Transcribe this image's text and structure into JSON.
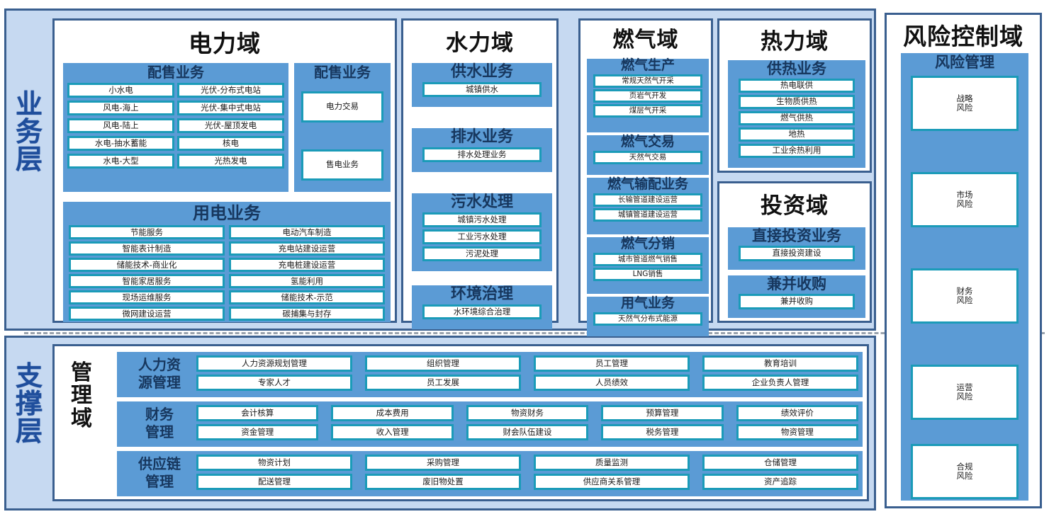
{
  "layers": {
    "business_label": "业务层",
    "support_label": "支撑层"
  },
  "colors": {
    "frame_border": "#3A5F8F",
    "frame_bg": "#C6D9F1",
    "group_bg": "#5B9BD5",
    "tile_border": "#1B9BB8",
    "group_title": "#17375E",
    "layer_label": "#1F4E9C"
  },
  "domains": {
    "power": {
      "title": "电力域",
      "groups": {
        "retail": {
          "title": "配售业务",
          "col1": [
            "小水电",
            "风电-海上",
            "风电-陆上",
            "水电-抽水蓄能",
            "水电-大型"
          ],
          "col2": [
            "光伏-分布式电站",
            "光伏-集中式电站",
            "光伏-屋顶发电",
            "核电",
            "光热发电"
          ]
        },
        "sale": {
          "title": "配售业务",
          "items": [
            "电力交易",
            "售电业务"
          ]
        },
        "usage": {
          "title": "用电业务",
          "col1": [
            "节能服务",
            "智能表计制造",
            "储能技术-商业化",
            "智能家居服务",
            "现场运维服务",
            "微网建设运营"
          ],
          "col2": [
            "电动汽车制造",
            "充电站建设运营",
            "充电桩建设运营",
            "氢能利用",
            "储能技术-示范",
            "碳捕集与封存"
          ]
        }
      }
    },
    "water": {
      "title": "水力域",
      "groups": [
        {
          "title": "供水业务",
          "items": [
            "城镇供水"
          ]
        },
        {
          "title": "排水业务",
          "items": [
            "排水处理业务"
          ]
        },
        {
          "title": "污水处理",
          "items": [
            "城镇污水处理",
            "工业污水处理",
            "污泥处理"
          ]
        },
        {
          "title": "环境治理",
          "items": [
            "水环境综合治理"
          ]
        }
      ]
    },
    "gas": {
      "title": "燃气域",
      "groups": [
        {
          "title": "燃气生产",
          "items": [
            "常规天然气开采",
            "页岩气开发",
            "煤层气开采"
          ]
        },
        {
          "title": "燃气交易",
          "items": [
            "天然气交易"
          ]
        },
        {
          "title": "燃气输配业务",
          "items": [
            "长输管道建设运营",
            "城镇管道建设运营"
          ]
        },
        {
          "title": "燃气分销",
          "items": [
            "城市管道燃气销售",
            "LNG销售"
          ]
        },
        {
          "title": "用气业务",
          "items": [
            "天然气分布式能源"
          ]
        }
      ]
    },
    "heat": {
      "title": "热力域",
      "groups": [
        {
          "title": "供热业务",
          "items": [
            "热电联供",
            "生物质供热",
            "燃气供热",
            "地热",
            "工业余热利用"
          ]
        }
      ]
    },
    "invest": {
      "title": "投资域",
      "groups": [
        {
          "title": "直接投资业务",
          "items": [
            "直接投资建设"
          ]
        },
        {
          "title": "兼并收购",
          "items": [
            "兼并收购"
          ]
        }
      ]
    },
    "risk": {
      "title": "风险控制域",
      "group_title": "风险管理",
      "items": [
        "战略\n风险",
        "市场\n风险",
        "财务\n风险",
        "运营\n风险",
        "合规\n风险"
      ]
    },
    "management": {
      "title": "管理域",
      "rows": [
        {
          "label": "人力资\n源管理",
          "cols": [
            [
              "人力资源规划管理",
              "专家人才"
            ],
            [
              "组织管理",
              "员工发展"
            ],
            [
              "员工管理",
              "人员绩效"
            ],
            [
              "教育培训",
              "企业负责人管理"
            ]
          ]
        },
        {
          "label": "财务\n管理",
          "cols": [
            [
              "会计核算",
              "资金管理"
            ],
            [
              "成本费用",
              "收入管理"
            ],
            [
              "物资财务",
              "财会队伍建设"
            ],
            [
              "预算管理",
              "税务管理"
            ],
            [
              "绩效评价",
              "物资管理"
            ]
          ]
        },
        {
          "label": "供应链\n管理",
          "cols": [
            [
              "物资计划",
              "配送管理"
            ],
            [
              "采购管理",
              "废旧物处置"
            ],
            [
              "质量监测",
              "供应商关系管理"
            ],
            [
              "仓储管理",
              "资产追踪"
            ]
          ]
        }
      ]
    }
  }
}
